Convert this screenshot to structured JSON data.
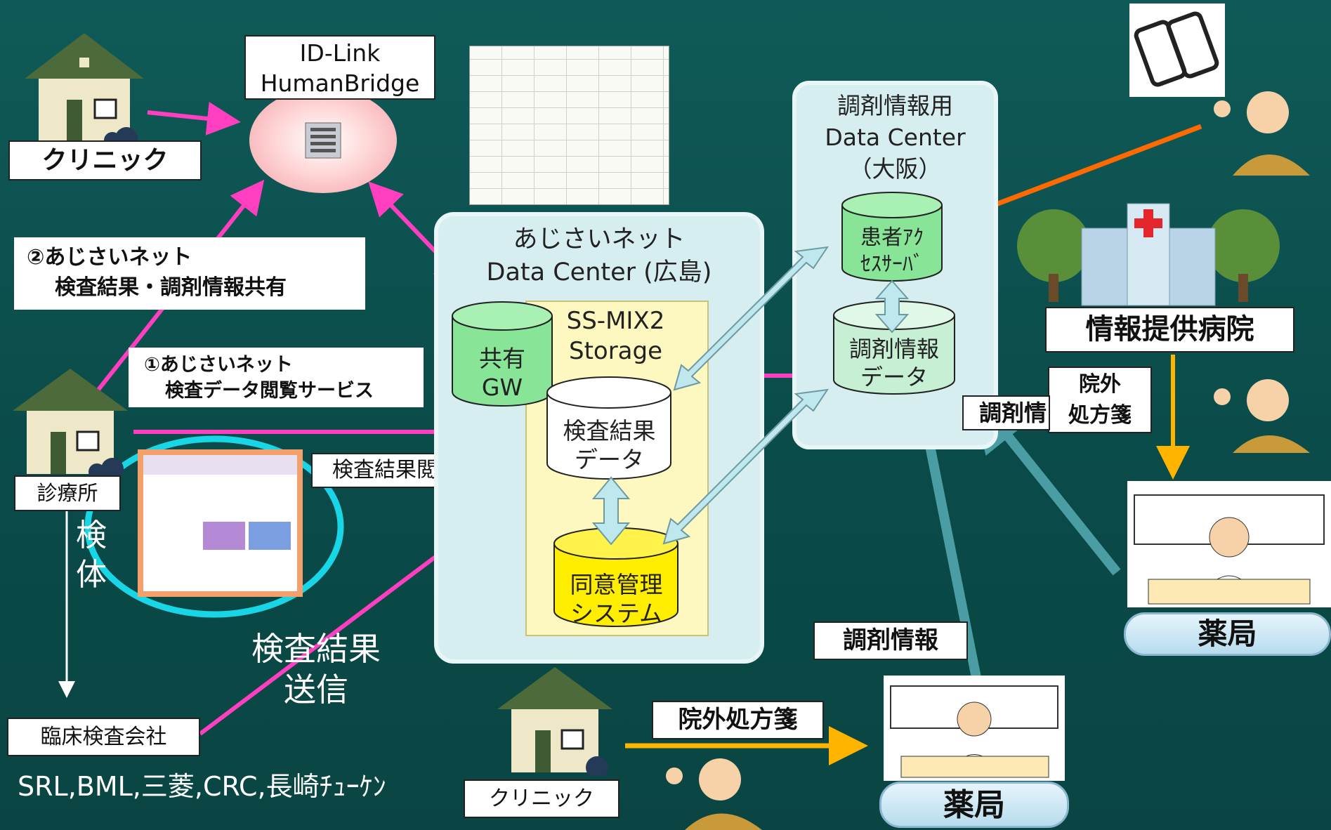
{
  "nodes": {
    "id_link": "ID-Link\nHumanBridge",
    "clinic_top": "クリニック",
    "shared_label_2_line1": "②あじさいネット",
    "shared_label_2_line2": "検査結果・調剤情報共有",
    "service_label_1_line1": "①あじさいネット",
    "service_label_1_line2": "検査データ閲覧サービス",
    "clinic_left": "診療所",
    "specimen": "検\n体",
    "lab_company": "臨床検査会社",
    "lab_names": "SRL,BML,三菱,CRC,長崎ﾁｭｰｹﾝ",
    "result_view": "検査結果閲覧",
    "result_send_line1": "検査結果",
    "result_send_line2": "送信",
    "dc_hiroshima_line1": "あじさいネット",
    "dc_hiroshima_line2": "Data Center (広島)",
    "ssmix_line1": "SS-MIX2",
    "ssmix_line2": "Storage",
    "shared_gw_line1": "共有",
    "shared_gw_line2": "GW",
    "lab_data_line1": "検査結果",
    "lab_data_line2": "データ",
    "consent_line1": "同意管理",
    "consent_line2": "システム",
    "dc_osaka_line1": "調剤情報用",
    "dc_osaka_line2": "Data Center",
    "dc_osaka_line3": "（大阪）",
    "patient_access_line1": "患者ｱｸ",
    "patient_access_line2": "ｾｽｻｰﾊﾞ",
    "dispense_data_line1": "調剤情報",
    "dispense_data_line2": "データ",
    "hospital": "情報提供病院",
    "outside_rx_right_line1": "院外",
    "outside_rx_right_line2": "処方箋",
    "dispense_partial": "調剤情",
    "pharmacy_right": "薬局",
    "dispense_info": "調剤情報",
    "outside_rx_bottom": "院外処方箋",
    "clinic_bottom": "クリニック",
    "pharmacy_bottom": "薬局"
  },
  "colors": {
    "background": "#0b4f4d",
    "magenta_arrow": "#ff3fbf",
    "orange_arrow": "#ff6a00",
    "yellow_arrow": "#ffb400",
    "teal_arrow": "#4a9ea3",
    "cyan_circle": "#19d6e6"
  }
}
